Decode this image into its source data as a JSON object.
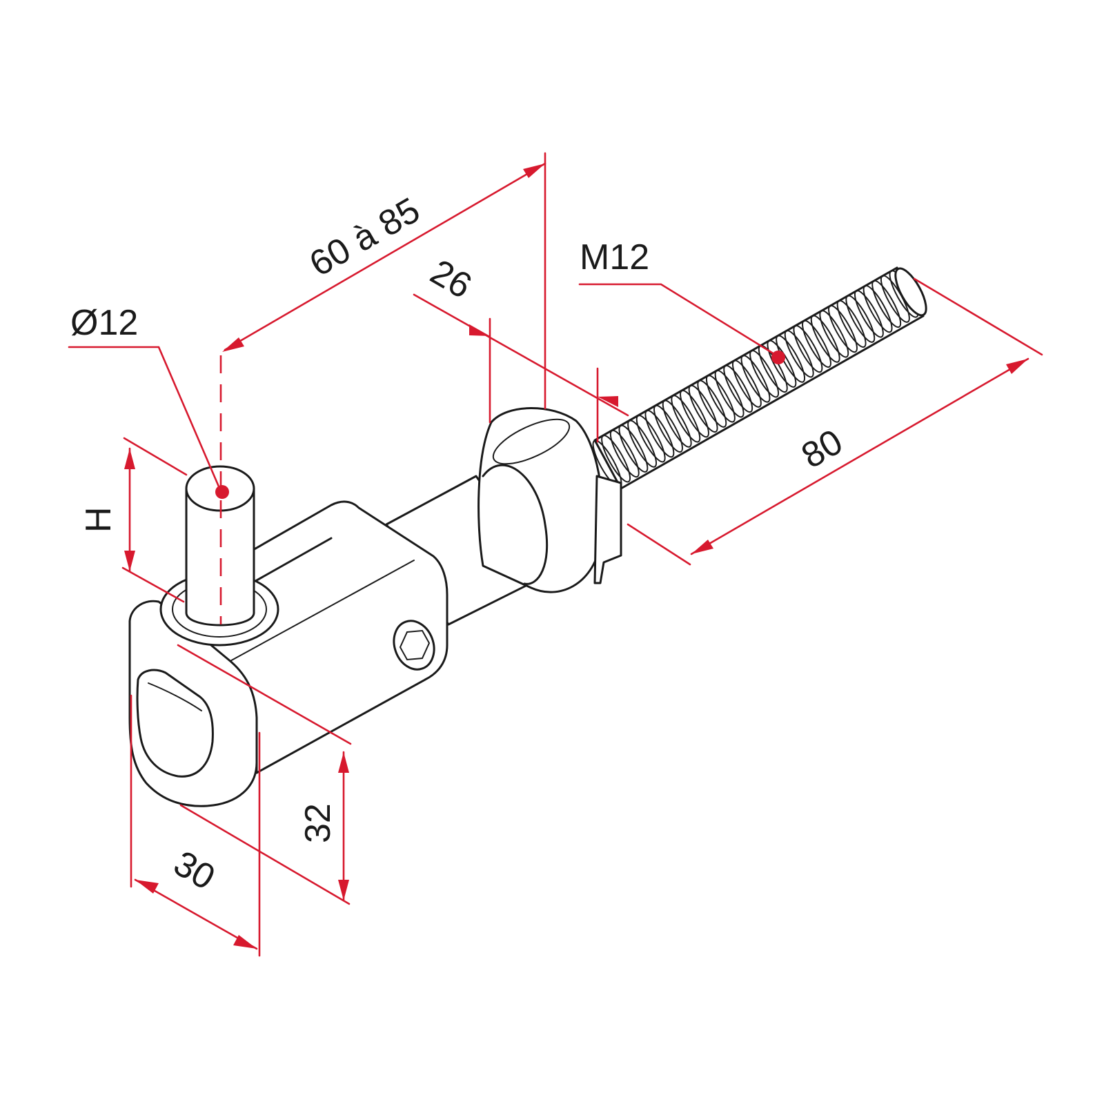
{
  "dimensions": {
    "pin_diameter": "Ø12",
    "center_distance": "60 à 85",
    "collar_width": "26",
    "thread_size": "M12",
    "thread_length": "80",
    "pin_height": "H",
    "block_height": "32",
    "block_width": "30"
  },
  "colors": {
    "dimension": "#d7192e",
    "outline": "#1a1a1a",
    "fill": "#ffffff"
  }
}
